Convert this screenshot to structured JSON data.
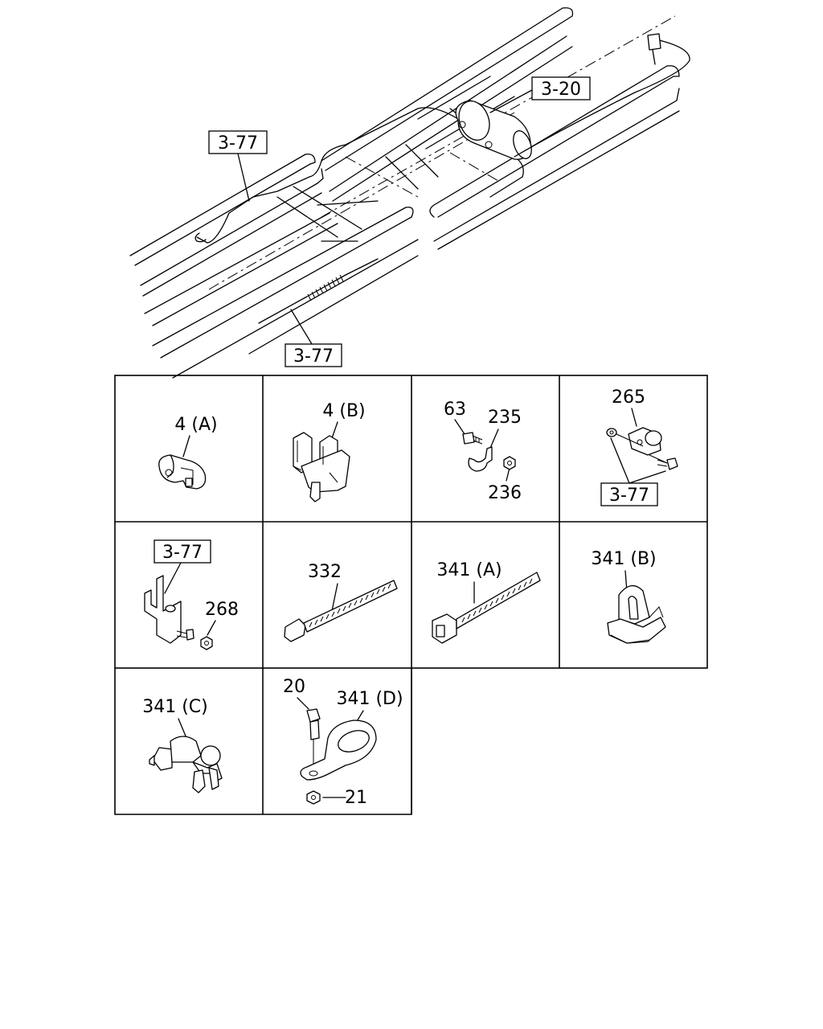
{
  "overview": {
    "refs": [
      "3-20",
      "3-77",
      "3-77"
    ]
  },
  "cells": [
    {
      "id": "4A",
      "labels": [
        "4 (A)"
      ]
    },
    {
      "id": "4B",
      "labels": [
        "4 (B)"
      ]
    },
    {
      "id": "63",
      "labels": [
        "63",
        "235",
        "236"
      ]
    },
    {
      "id": "265",
      "labels": [
        "265"
      ],
      "ref": "3-77"
    },
    {
      "id": "268",
      "labels": [
        "268"
      ],
      "ref": "3-77"
    },
    {
      "id": "332",
      "labels": [
        "332"
      ]
    },
    {
      "id": "341A",
      "labels": [
        "341 (A)"
      ]
    },
    {
      "id": "341B",
      "labels": [
        "341 (B)"
      ]
    },
    {
      "id": "341C",
      "labels": [
        "341 (C)"
      ]
    },
    {
      "id": "341D",
      "labels": [
        "20",
        "341 (D)",
        "21"
      ]
    }
  ]
}
